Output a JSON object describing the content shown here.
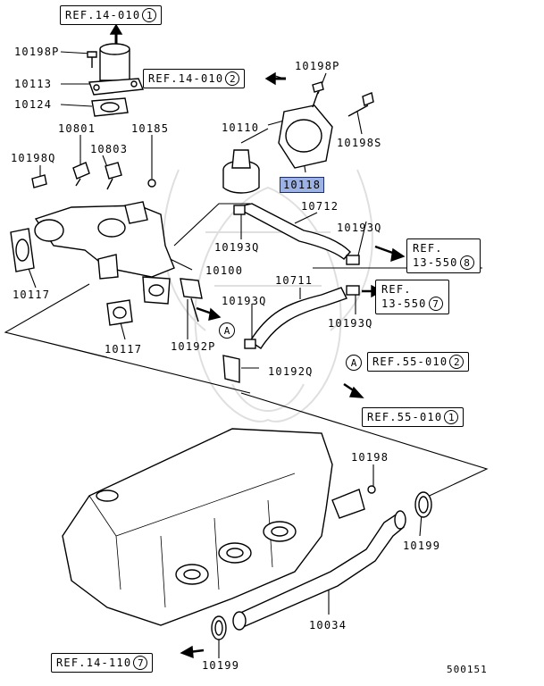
{
  "refs": {
    "ref_top": {
      "text": "REF.14-010",
      "num": "1"
    },
    "ref_cover": {
      "text": "REF.14-010",
      "num": "2"
    },
    "ref_hose1_l1": "REF.",
    "ref_hose1_l2": "13-550",
    "ref_hose1_num": "8",
    "ref_hose2_l1": "REF.",
    "ref_hose2_l2": "13-550",
    "ref_hose2_num": "7",
    "ref_a": {
      "text": "REF.55-010",
      "num": "2"
    },
    "ref_mid": {
      "text": "REF.55-010",
      "num": "1"
    },
    "ref_bottom": {
      "text": "REF.14-110",
      "num": "7"
    }
  },
  "circle_a": "A",
  "circle_a_ref": "A",
  "labels": {
    "l10198p_top": "10198P",
    "l10113": "10113",
    "l10124": "10124",
    "l10801": "10801",
    "l10185": "10185",
    "l10198q": "10198Q",
    "l10803": "10803",
    "l10117_left": "10117",
    "l10117_mid": "10117",
    "l10100": "10100",
    "l10192p": "10192P",
    "l10198p_right": "10198P",
    "l10110": "10110",
    "l10198s": "10198S",
    "l10118": "10118",
    "l10712": "10712",
    "l10193q_a": "10193Q",
    "l10193q_b": "10193Q",
    "l10711": "10711",
    "l10193q_c": "10193Q",
    "l10193q_d": "10193Q",
    "l10192q": "10192Q",
    "l10198": "10198",
    "l10199_right": "10199",
    "l10034": "10034",
    "l10199_bottom": "10199"
  },
  "diagram_code": "500151",
  "highlight_color": "#9db3e6"
}
